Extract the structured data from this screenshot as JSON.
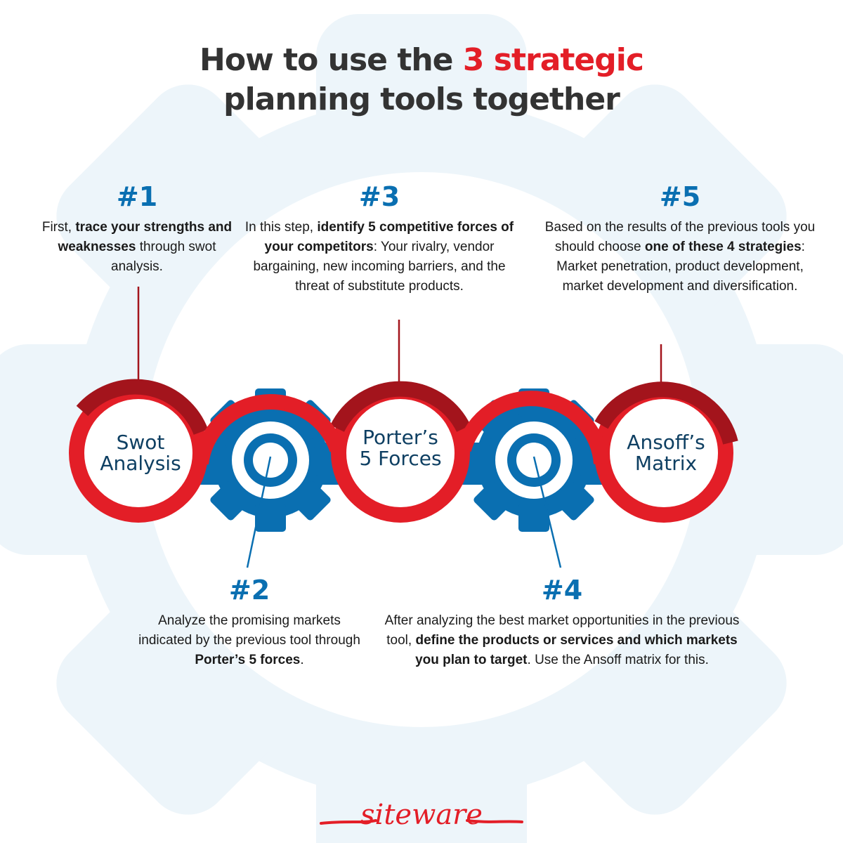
{
  "title": {
    "line1_prefix": "How to use the ",
    "line1_accent": "3 strategic",
    "line2": "planning tools together"
  },
  "colors": {
    "red": "#e31e27",
    "dark_red": "#a3141c",
    "blue": "#0a6fb1",
    "navy": "#0e3f62",
    "bg_gear": "#edf5fa",
    "text": "#1a1a1a",
    "title": "#333333"
  },
  "tools": [
    {
      "id": "swot",
      "line1": "Swot",
      "line2": "Analysis",
      "icon": "ring"
    },
    {
      "id": "gear1",
      "icon": "gear-icon"
    },
    {
      "id": "porter",
      "line1": "Porter’s",
      "line2": "5 Forces",
      "icon": "ring"
    },
    {
      "id": "gear2",
      "icon": "gear-icon"
    },
    {
      "id": "ansoff",
      "line1": "Ansoff’s",
      "line2": "Matrix",
      "icon": "ring"
    }
  ],
  "steps": [
    {
      "num": "#1",
      "parts": [
        {
          "t": "First, ",
          "b": false
        },
        {
          "t": "trace your strengths and weaknesses",
          "b": true
        },
        {
          "t": " through swot analysis.",
          "b": false
        }
      ]
    },
    {
      "num": "#2",
      "parts": [
        {
          "t": "Analyze the promising markets indicated by the previous tool through ",
          "b": false
        },
        {
          "t": "Porter’s 5 forces",
          "b": true
        },
        {
          "t": ".",
          "b": false
        }
      ]
    },
    {
      "num": "#3",
      "parts": [
        {
          "t": "In this step, ",
          "b": false
        },
        {
          "t": "identify 5 competitive forces of your competitors",
          "b": true
        },
        {
          "t": ": Your rivalry, vendor bargaining, new incoming barriers, and the threat of substitute products.",
          "b": false
        }
      ]
    },
    {
      "num": "#4",
      "parts": [
        {
          "t": "After analyzing the best market opportunities in the previous tool, ",
          "b": false
        },
        {
          "t": "define the products or services and which markets you plan to target",
          "b": true
        },
        {
          "t": ". Use the Ansoff matrix for this.",
          "b": false
        }
      ]
    },
    {
      "num": "#5",
      "parts": [
        {
          "t": "Based on the results of the previous tools you should choose ",
          "b": false
        },
        {
          "t": "one of these 4 strategies",
          "b": true
        },
        {
          "t": ": Market penetration, product development, market development and diversification.",
          "b": false
        }
      ]
    }
  ],
  "logo": {
    "text": "siteware"
  }
}
